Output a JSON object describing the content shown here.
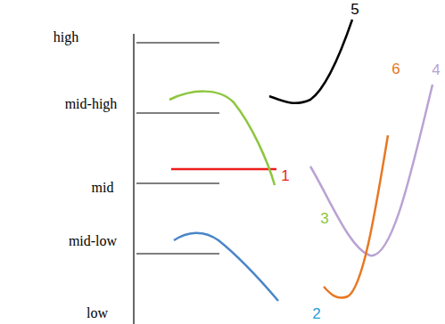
{
  "diagram": {
    "labels": [
      "high",
      "mid-high",
      "mid",
      "mid-low",
      "low",
      "5",
      "6",
      "4",
      "1",
      "3",
      "2"
    ]
  }
}
